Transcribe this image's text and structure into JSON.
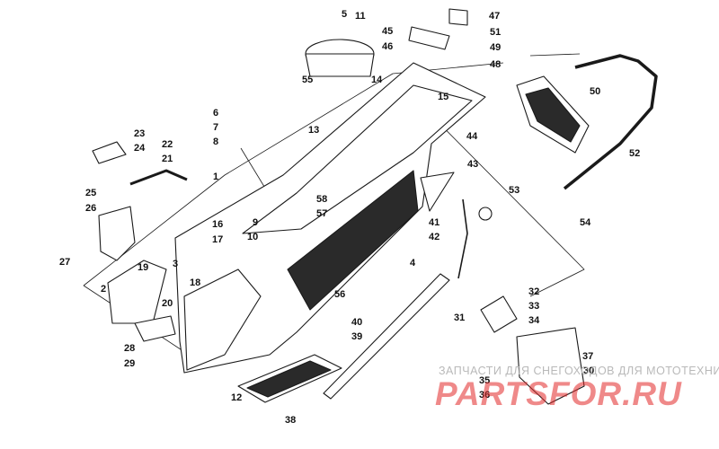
{
  "diagram": {
    "callouts": [
      "1",
      "2",
      "3",
      "4",
      "5",
      "6",
      "7",
      "8",
      "9",
      "10",
      "11",
      "12",
      "13",
      "14",
      "15",
      "16",
      "17",
      "18",
      "19",
      "20",
      "21",
      "22",
      "23",
      "24",
      "25",
      "26",
      "27",
      "28",
      "29",
      "30",
      "31",
      "32",
      "33",
      "34",
      "35",
      "36",
      "37",
      "38",
      "39",
      "40",
      "41",
      "42",
      "43",
      "44",
      "45",
      "46",
      "47",
      "48",
      "49",
      "50",
      "51",
      "52",
      "53",
      "54",
      "55",
      "56",
      "57",
      "58"
    ],
    "colors": {
      "line": "#1a1a1a",
      "part_fill": "#ffffff",
      "dark_fill": "#2a2a2a",
      "watermark_red": "#e02828",
      "watermark_gray": "#b9b9b9"
    }
  },
  "watermark": {
    "caption": "ЗАПЧАСТИ ДЛЯ СНЕГОХОДОВ ДЛЯ МОТОТЕХНИКИ",
    "logo_text": "PARTSFOR.RU"
  }
}
